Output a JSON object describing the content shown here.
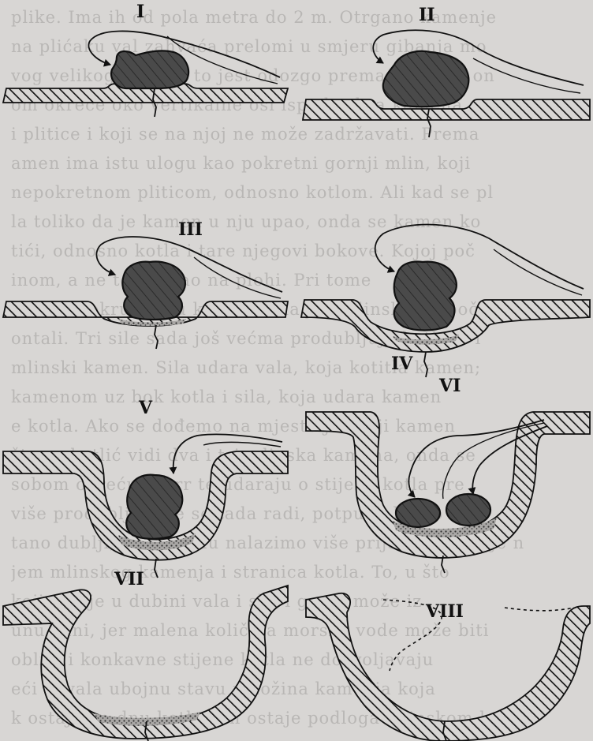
{
  "background_text": [
    "plike. Ima ih od pola metra do 2 m. Otrgano kamenje",
    "na plićaku val zahvaća prelomi u smjeru gibanja mo",
    "vog velikog kotača, to jest odozgo prema dolje, te on",
    "om okrece oko vertikalne osi ispod rebra kamena sa",
    "i plitice i koji se na njoj ne može zadržavati. Prema",
    "amen ima istu ulogu kao pokretni gornji mlin, koji",
    "nepokretnom pliticom, odnosno kotlom. Ali kad se pl",
    "la toliko da je kamen u nju upao, onda se kamen ko",
    "tići, odnosno kotla i tare njegovi bokove. Kojoj poč",
    "inom, a ne točno kao na plohi. Pri tome",
    "u formu okruglomu kotlini. Ona je kotlinska na poč",
    "ontali. Tri sile sada još većma produbljuju kotlove i",
    "mlinski kamen. Sila udara vala, koja kotitla kamen;",
    "kamenom uz bok kotla i sila, koja udara kamen",
    "e kotla. Ako se dođemo na mjesto još koji kamen",
    "što se kotlić vidi dva i tri mlinska kamena, onda se",
    "sobom okreću i tarr te udaraju o stijene kotla pre",
    "više produbljivanje se tada radi, potpuno kotao",
    "tano dublji, te u njemu nalazimo više prijatelja, koji je n",
    "jem mlinskog kamenja i stranica kotla. To, u što",
    "koji ostaje u dubini vala i slovi ga ne može iz",
    "unu vani, jer malena količina morske vode može biti",
    "oblila i konkavne stijene kotla ne dozvoljavaju",
    "eći iz vala ubojnu stavu množina kamenja koja",
    "k ostaje na dnu kotla. On ostaje podloga mlinskom k"
  ],
  "panels": [
    {
      "label": "I"
    },
    {
      "label": "II"
    },
    {
      "label": "III"
    },
    {
      "label": "IV"
    },
    {
      "label": "V"
    },
    {
      "label": "VI"
    },
    {
      "label": "VII"
    },
    {
      "label": "VIII"
    }
  ],
  "colors": {
    "paper": "#d8d6d4",
    "ghost_text": "#b9b7b5",
    "ink": "#111111",
    "stone_fill": "#4a4a4a",
    "sand_fill": "#8a8886"
  }
}
